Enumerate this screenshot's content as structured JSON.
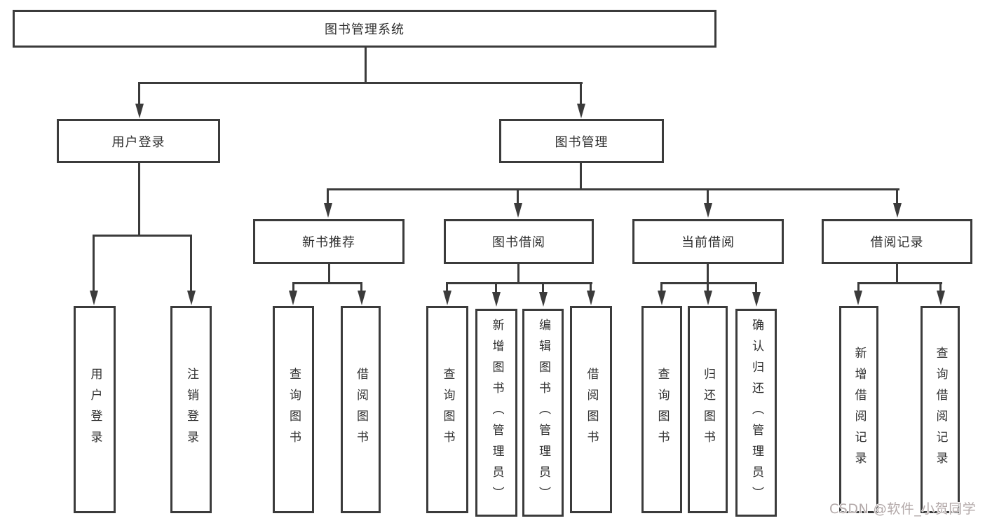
{
  "nodes": {
    "root": "图书管理系统",
    "user_login": "用户登录",
    "book_mgmt": "图书管理",
    "new_books": "新书推荐",
    "book_borrow": "图书借阅",
    "current_borrow": "当前借阅",
    "borrow_records": "借阅记录",
    "leaf_user_login": "用户登录",
    "leaf_logout": "注销登录",
    "nb_query": "查询图书",
    "nb_borrow": "借阅图书",
    "bb_query": "查询图书",
    "bb_add": "新增图书（管理员）",
    "bb_edit": "编辑图书（管理员）",
    "bb_borrow": "借阅图书",
    "cb_query": "查询图书",
    "cb_return": "归还图书",
    "cb_confirm": "确认归还（管理员）",
    "br_add": "新增借阅记录",
    "br_query": "查询借阅记录"
  },
  "watermark": "CSDN @软件_小贺同学",
  "colors": {
    "line": "#3b3b3b",
    "text": "#2f2f2f",
    "watermark": "#b3a9a9",
    "background": "#ffffff"
  }
}
